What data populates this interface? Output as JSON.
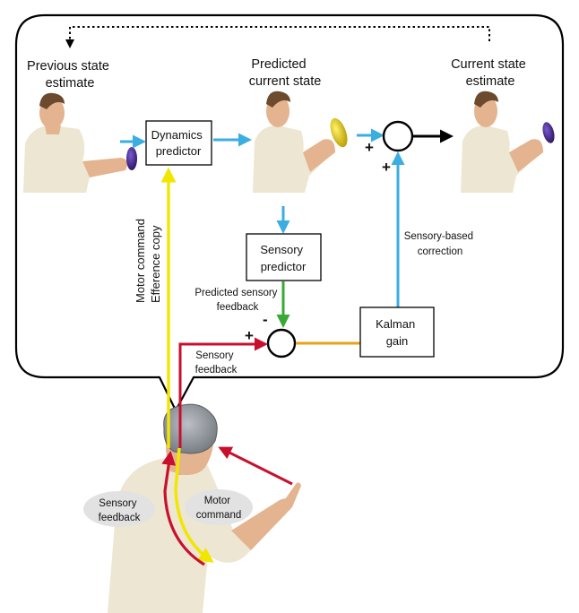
{
  "labels": {
    "previous_state": [
      "Previous state",
      "estimate"
    ],
    "predicted_state": [
      "Predicted",
      "current state"
    ],
    "current_state": [
      "Current state",
      "estimate"
    ],
    "dynamics_predictor": [
      "Dynamics",
      "predictor"
    ],
    "sensory_predictor": [
      "Sensory",
      "predictor"
    ],
    "kalman_gain": [
      "Kalman",
      "gain"
    ],
    "motor_command_vertical": "Motor command",
    "efference_copy_vertical": "Efference copy",
    "predicted_sensory_feedback": [
      "Predicted sensory",
      "feedback"
    ],
    "sensory_feedback": [
      "Sensory",
      "feedback"
    ],
    "sensory_based_correction": [
      "Sensory-based",
      "correction"
    ],
    "bubble_sensory_feedback": [
      "Sensory",
      "feedback"
    ],
    "bubble_motor_command": [
      "Motor",
      "command"
    ],
    "plus_sign": "+",
    "minus_sign": "-"
  },
  "colors": {
    "prediction_arrow": "#3aaee0",
    "motor_command": "#f2e600",
    "sensory_feedback": "#c8102e",
    "predicted_feedback": "#39a935",
    "error_signal": "#e8a317",
    "combine_arrow": "#000000",
    "skin": "#e3b48f",
    "shirt": "#ece6d2",
    "brain": "#8f949b",
    "ball_prev": "#4a2a8a",
    "ball_pred": "#e6d21a"
  },
  "icons": [
    "person-figure",
    "ball-object",
    "brain-icon",
    "summing-junction",
    "speech-bubble"
  ]
}
